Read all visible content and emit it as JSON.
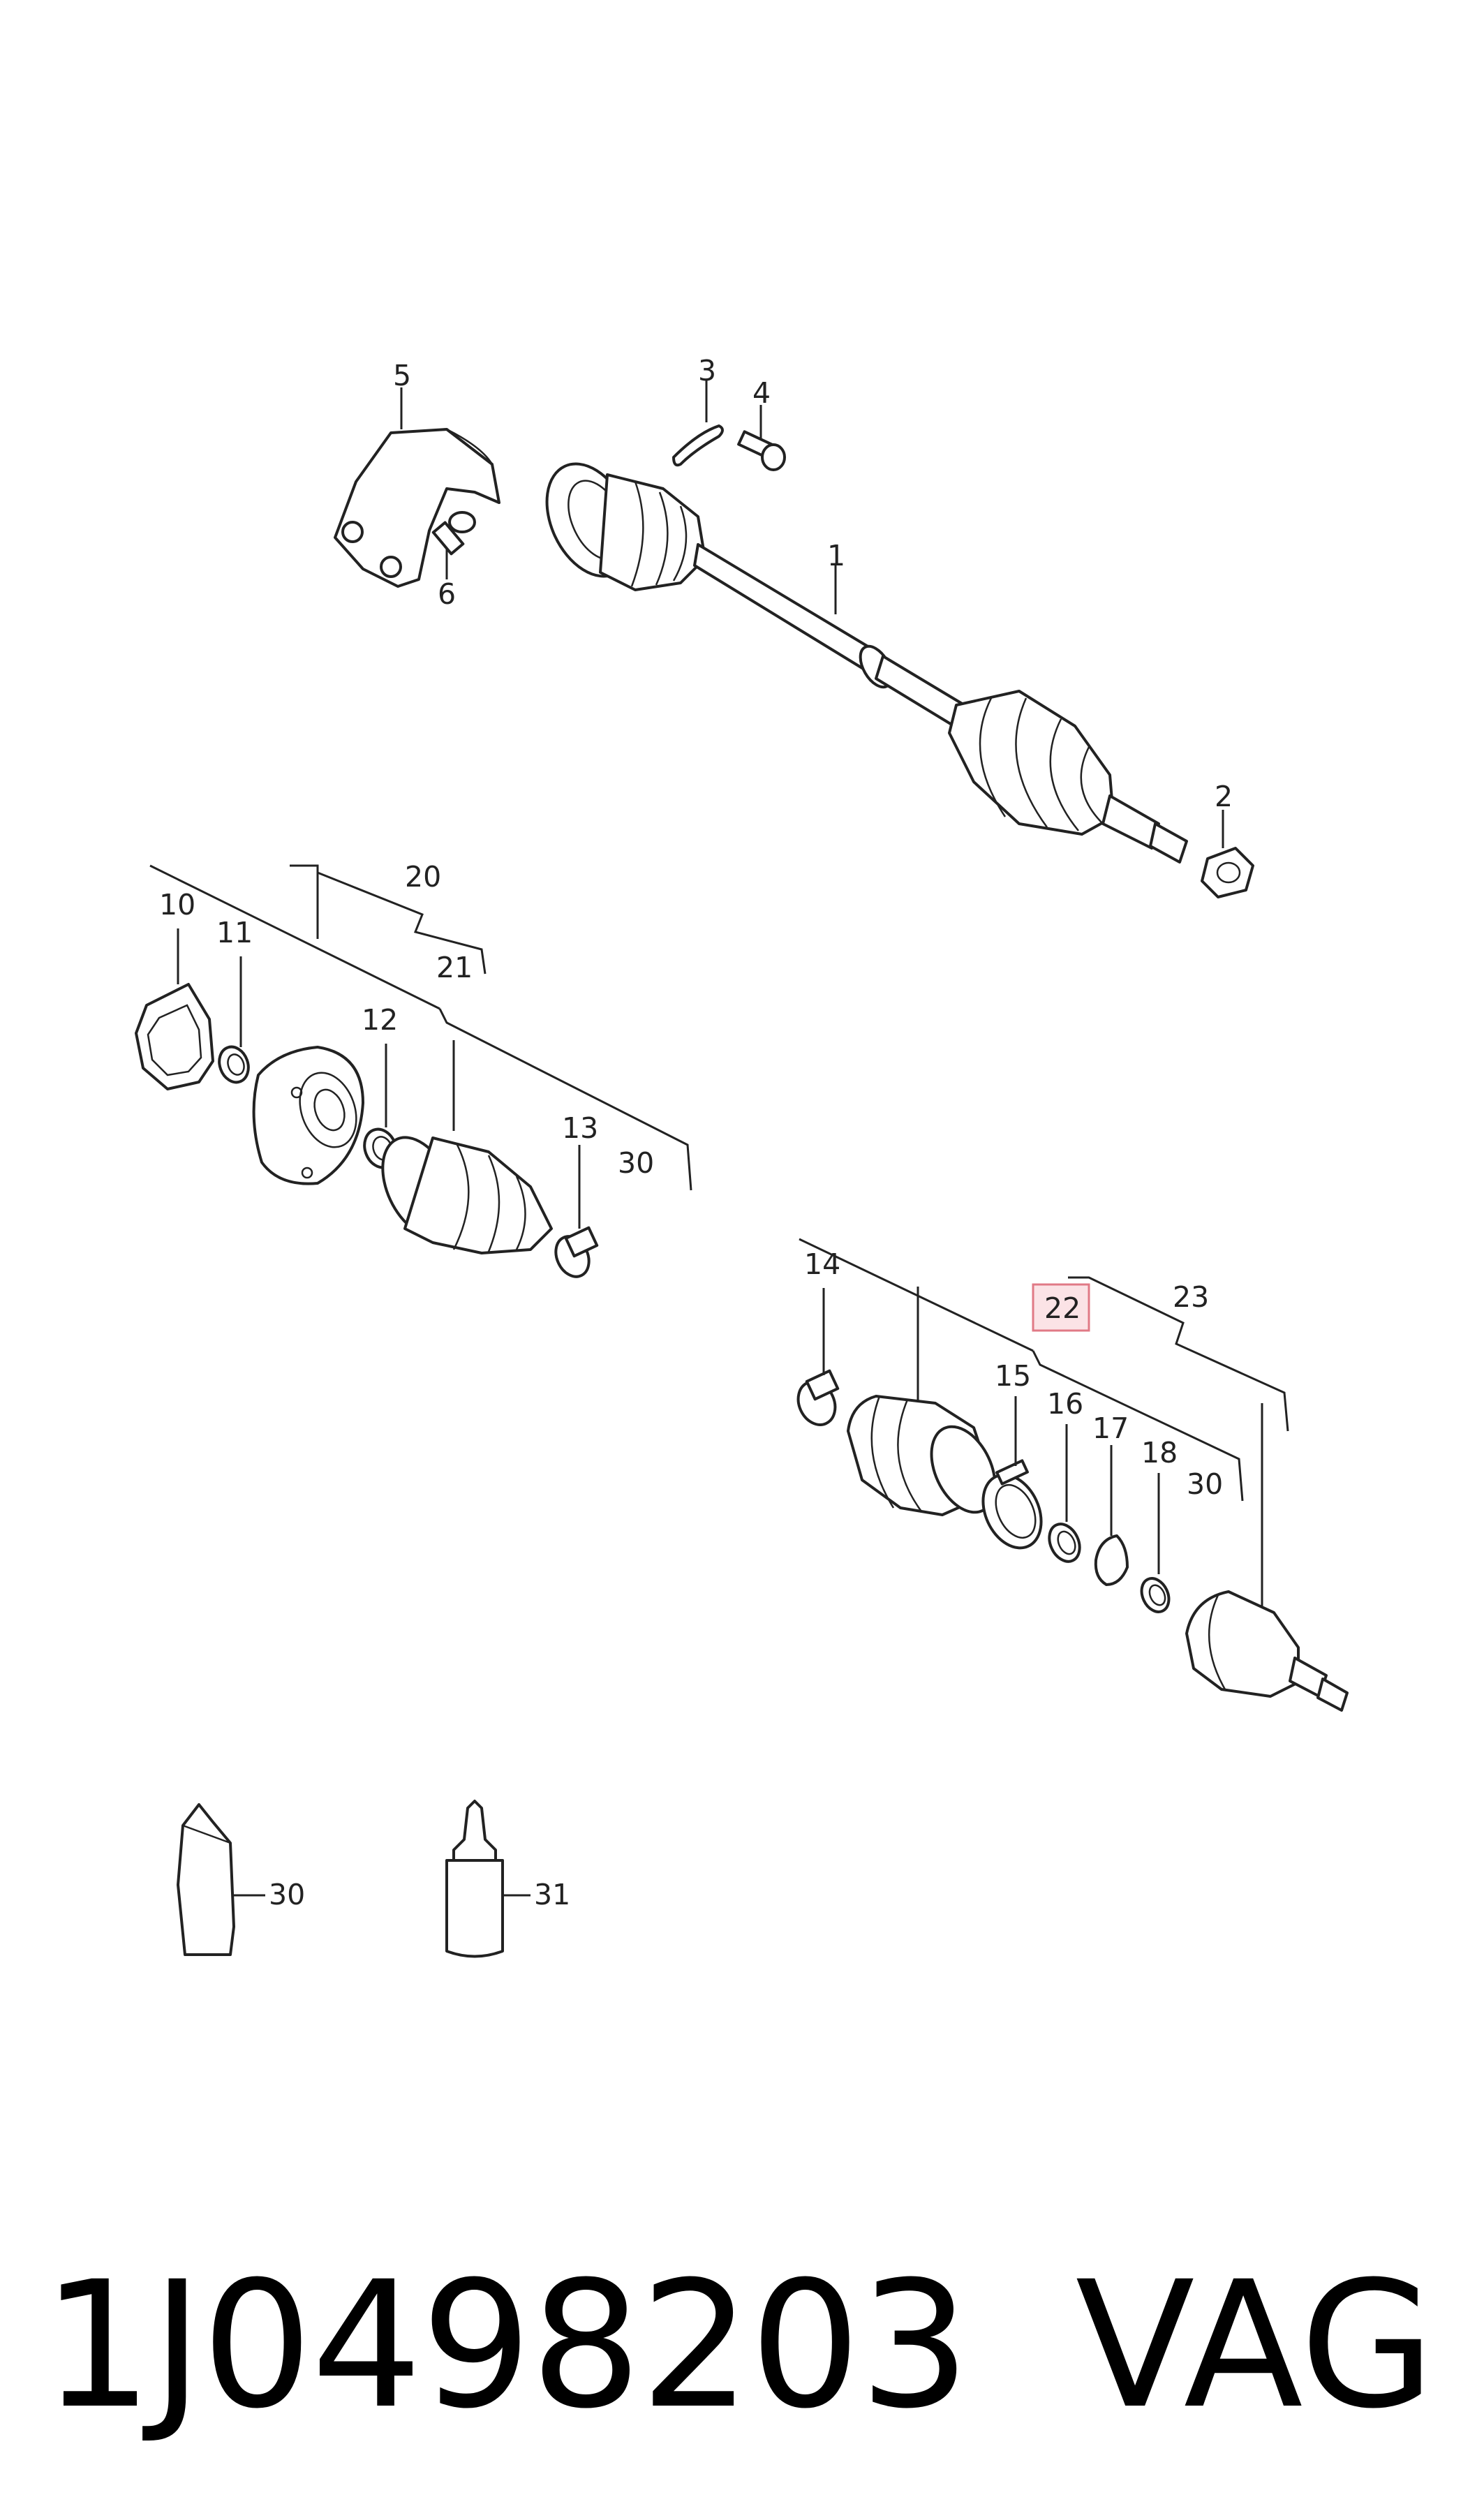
{
  "callouts": {
    "c1": "1",
    "c2": "2",
    "c3": "3",
    "c4": "4",
    "c5": "5",
    "c6": "6",
    "c10": "10",
    "c11": "11",
    "c12": "12",
    "c13": "13",
    "c14": "14",
    "c15": "15",
    "c16": "16",
    "c17": "17",
    "c18": "18",
    "c20": "20",
    "c21": "21",
    "c22": "22",
    "c23": "23",
    "c30a": "30",
    "c30b": "30",
    "c30c": "30",
    "c31": "31"
  },
  "highlight_callout": "22",
  "footer": {
    "part_number": "1J0498203",
    "brand": "VAG"
  }
}
